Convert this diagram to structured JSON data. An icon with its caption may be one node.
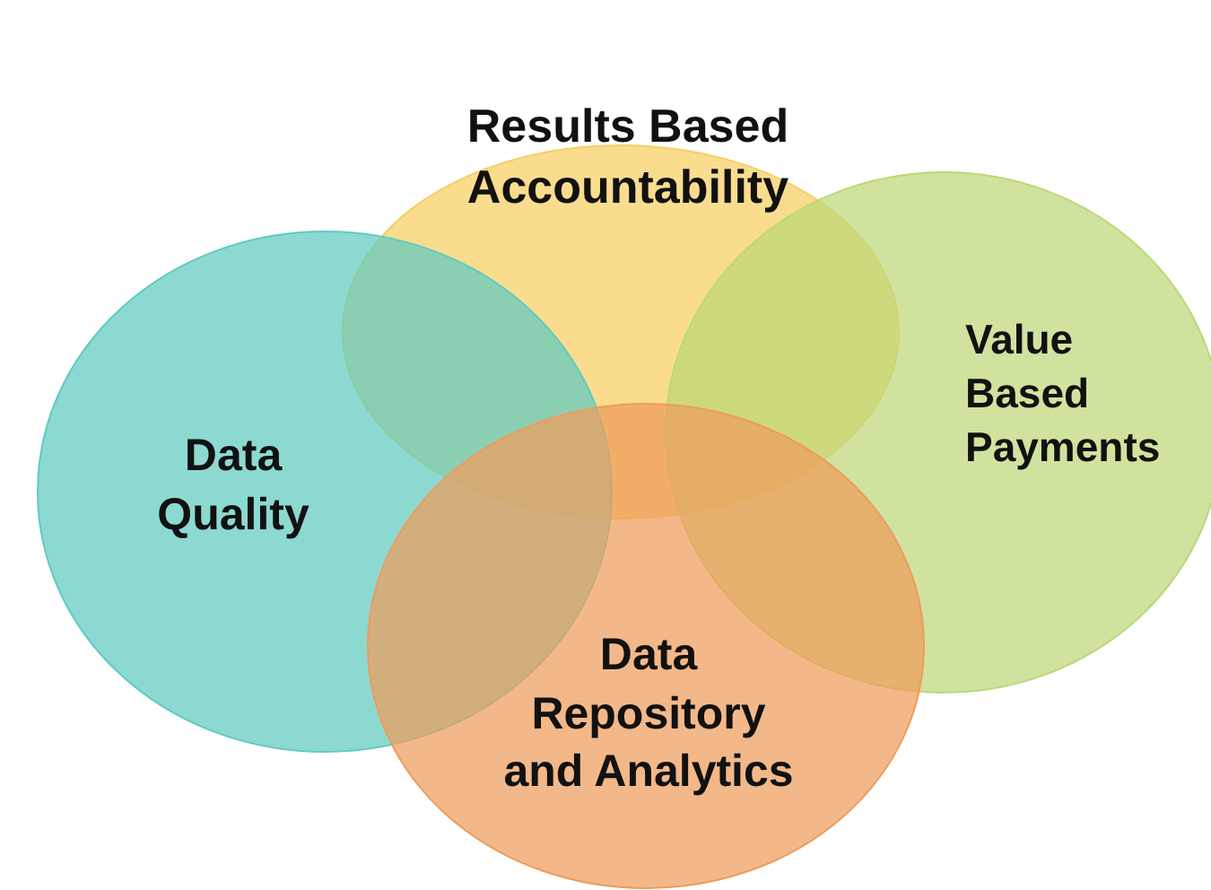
{
  "diagram": {
    "nodes": [
      {
        "text": [
          "Results Based Accountability"
        ]
      },
      {
        "text": [
          "Data Quality"
        ]
      },
      {
        "text": [
          "Value Based Payments"
        ]
      },
      {
        "text": [
          "Data Repository and Analytics"
        ]
      }
    ]
  }
}
